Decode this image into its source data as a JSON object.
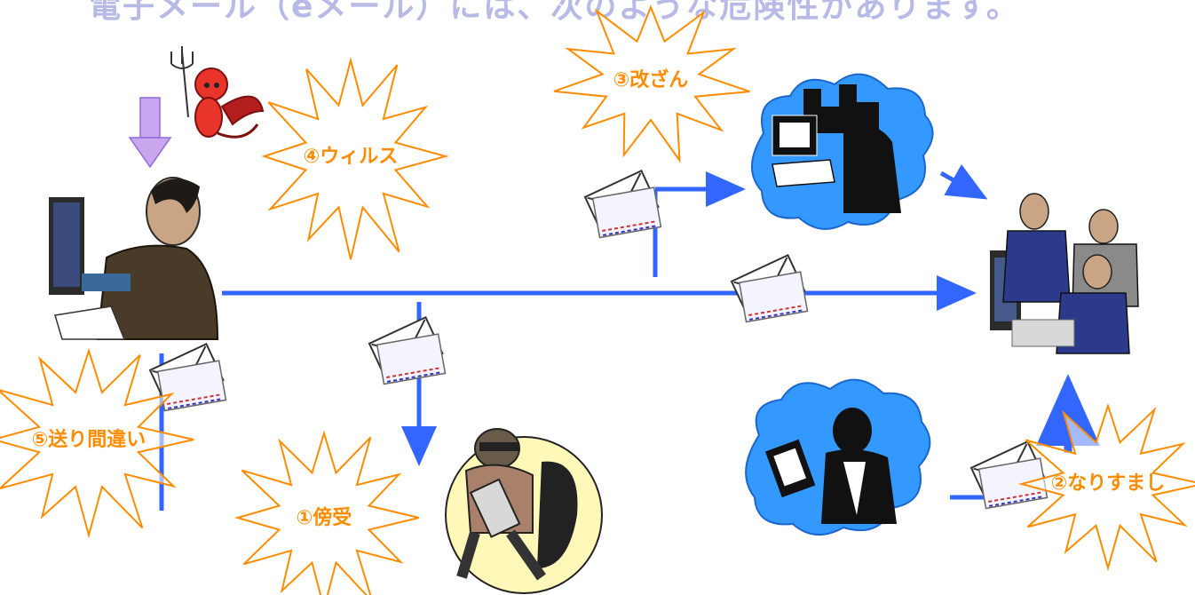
{
  "title": "電子メール（eメール）には、次のような危険性があります。",
  "labels": {
    "risk1": "①傍受",
    "risk2": "②なりすまし",
    "risk3": "③改ざん",
    "risk4": "④ウィルス",
    "risk5": "⑤送り間違い"
  },
  "colors": {
    "arrow": "#3366ff",
    "burst_stroke": "#ff8c00",
    "label": "#ff8c00",
    "cloud": "#3399ff",
    "title": "#b7b9e6"
  }
}
